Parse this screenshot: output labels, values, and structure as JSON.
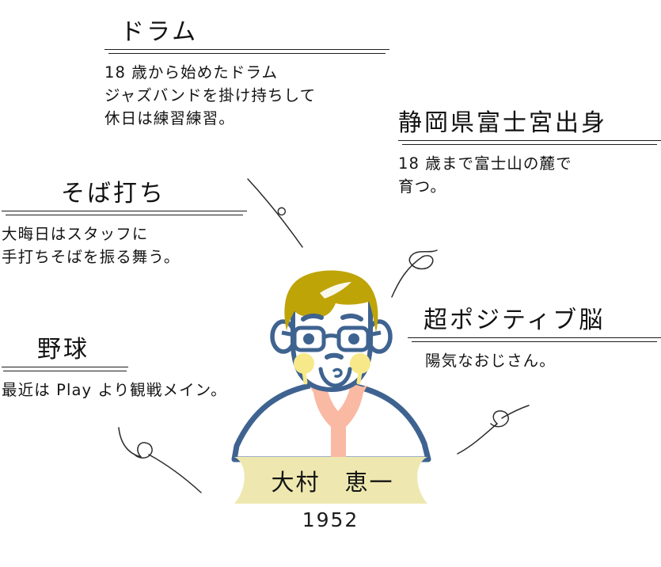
{
  "profile": {
    "name": "大村　恵一",
    "year": "1952"
  },
  "blocks": {
    "drum": {
      "heading": "ドラム",
      "body": "18 歳から始めたドラム\nジャズバンドを掛け持ちして\n休日は練習練習。"
    },
    "origin": {
      "heading": "静岡県富士宮出身",
      "body": "18 歳まで富士山の麓で\n育つ。"
    },
    "soba": {
      "heading": "そば打ち",
      "body": "大晦日はスタッフに\n手打ちそばを振る舞う。"
    },
    "baseball": {
      "heading": "野球",
      "body": "最近は Play より観戦メイン。"
    },
    "positive": {
      "heading": "超ポジティブ脳",
      "body": "陽気なおじさん。"
    }
  },
  "colors": {
    "hair": "#bfa408",
    "outline": "#3f6390",
    "blush": "#f7e98a",
    "tie": "#f9b9a3",
    "banner": "#eee8b0",
    "ink": "#1a1a1a",
    "skin": "#ffffff"
  }
}
